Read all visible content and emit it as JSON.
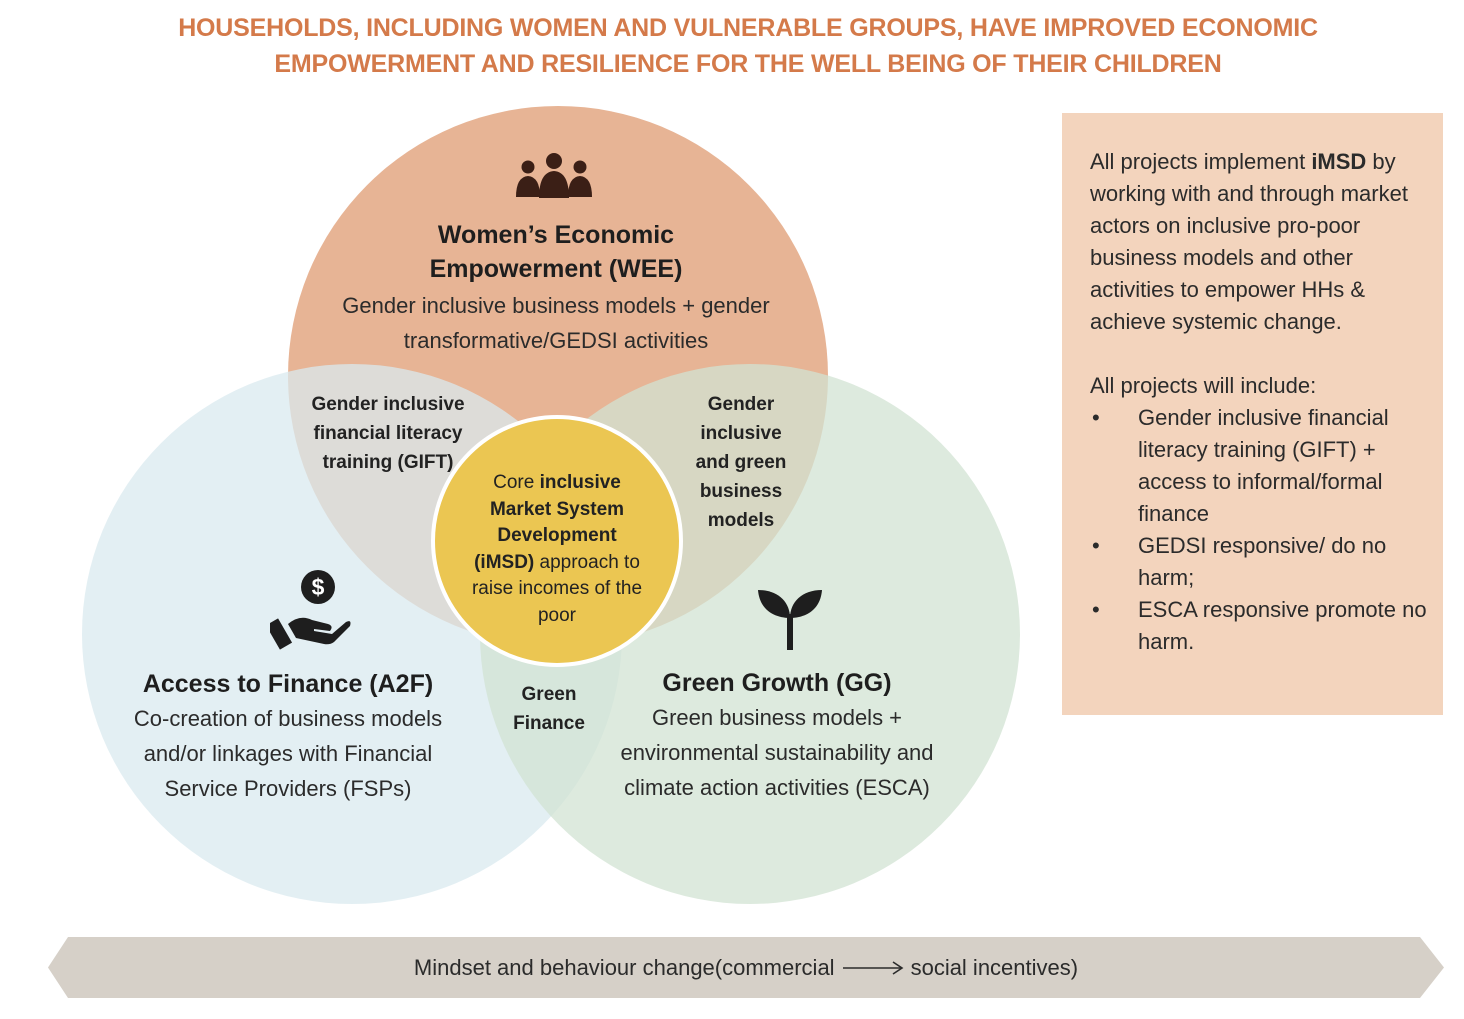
{
  "title": {
    "line1": "HOUSEHOLDS, INCLUDING WOMEN AND VULNERABLE GROUPS, HAVE IMPROVED ECONOMIC",
    "line2": "EMPOWERMENT AND RESILIENCE FOR THE WELL BEING OF THEIR CHILDREN"
  },
  "colors": {
    "title": "#d47a4a",
    "wee_circle": "#e6b08f",
    "a2f_circle": "#dfecf1",
    "gg_circle": "#dce9dd",
    "core_circle": "#ebc652",
    "side_panel": "#f3d4bd",
    "arrow_bar": "#d6d0c8"
  },
  "circles": {
    "wee": {
      "icon": "people-group-icon",
      "heading_line1": "Women’s Economic",
      "heading_line2": "Empowerment (WEE)",
      "desc_line1": "Gender inclusive business models + gender",
      "desc_line2": "transformative/GEDSI activities"
    },
    "a2f": {
      "icon": "hand-coin-icon",
      "heading": "Access to Finance (A2F)",
      "desc_line1": "Co-creation of business models",
      "desc_line2": "and/or linkages with Financial",
      "desc_line3": "Service Providers (FSPs)"
    },
    "gg": {
      "icon": "sprout-icon",
      "heading": "Green Growth (GG)",
      "desc_line1": "Green business models +",
      "desc_line2": "environmental sustainability and",
      "desc_line3": "climate action activities (ESCA)"
    }
  },
  "overlaps": {
    "wee_a2f": {
      "line1": "Gender inclusive",
      "line2": "financial literacy",
      "line3": "training (GIFT)"
    },
    "wee_gg": {
      "line1": "Gender",
      "line2": "inclusive",
      "line3": "and green",
      "line4": "business",
      "line5": "models"
    },
    "a2f_gg": {
      "line1": "Green",
      "line2": "Finance"
    }
  },
  "core": {
    "l1a": "Core ",
    "l1b": "inclusive",
    "l2": "Market System",
    "l3": "Development",
    "l4a": "(iMSD)",
    "l4b": " approach to",
    "l5": "raise incomes of the",
    "l6": "poor"
  },
  "side_panel": {
    "p1_pre": "All projects implement ",
    "p1_bold": "iMSD",
    "p1_rest": " by working with and through market actors on inclusive pro-poor business models and other activities to empower HHs & achieve systemic change.",
    "p2": "All projects will include:",
    "bullet_char": "•",
    "bullets": [
      "Gender inclusive financial literacy training (GIFT) + access to informal/formal finance",
      "GEDSI responsive/ do no harm;",
      "ESCA responsive promote no harm."
    ]
  },
  "arrow": {
    "text_left": "Mindset and behaviour change(commercial",
    "text_right": "social incentives)"
  }
}
